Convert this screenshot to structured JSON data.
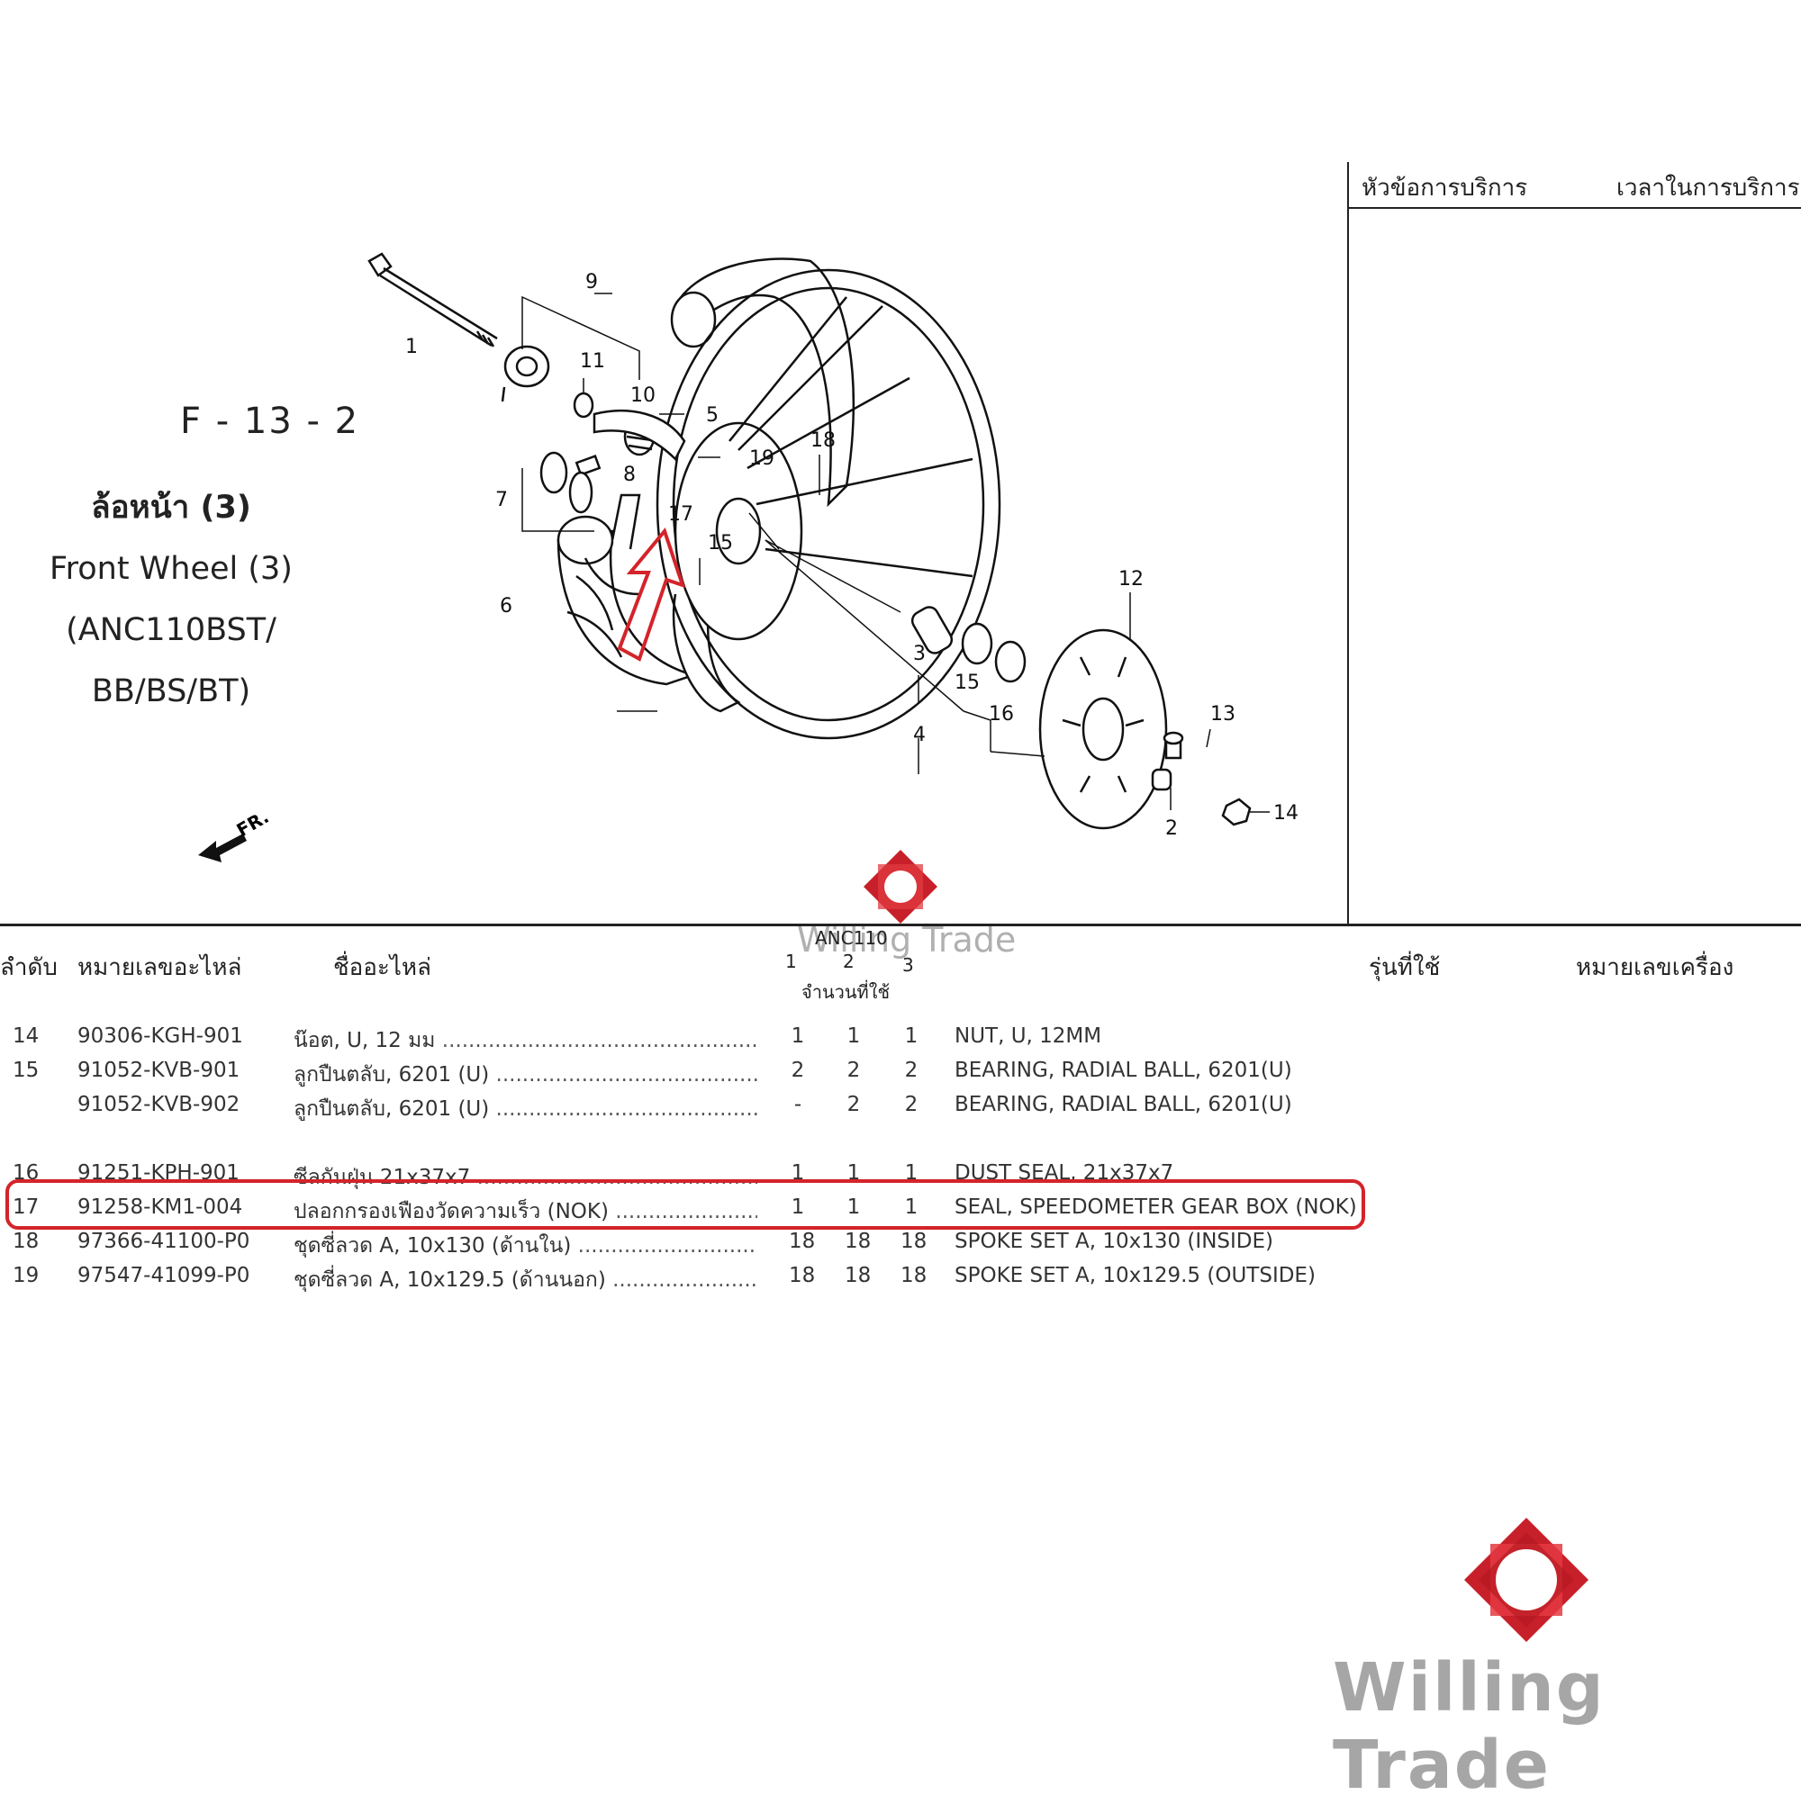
{
  "figure": {
    "code": "F - 13 - 2",
    "title_th": "ล้อหน้า (3)",
    "title_en": "Front Wheel (3)",
    "models_line1": "(ANC110BST/",
    "models_line2": "BB/BS/BT)",
    "front_label": "FR."
  },
  "service_table": {
    "col_topic": "หัวข้อการบริการ",
    "col_time": "เวลาในการบริการ"
  },
  "parts_header": {
    "col_index": "ลำดับ",
    "col_part_no": "หมายเลขอะไหล่",
    "col_name": "ชื่ออะไหล่",
    "model_code": "ANC110",
    "qty_cols": [
      "1",
      "2",
      "3"
    ],
    "qty_label": "จำนวนที่ใช้",
    "col_model": "รุ่นที่ใช้",
    "col_engine": "หมายเลขเครื่อง"
  },
  "parts": [
    {
      "idx": "14",
      "part_no": "90306-KGH-901",
      "name_th": "น๊อต, U, 12 มม",
      "q1": "1",
      "q2": "1",
      "q3": "1",
      "name_en": "NUT, U, 12MM"
    },
    {
      "idx": "15",
      "part_no": "91052-KVB-901",
      "name_th": "ลูกปืนตลับ, 6201 (U)",
      "q1": "2",
      "q2": "2",
      "q3": "2",
      "name_en": "BEARING, RADIAL BALL, 6201(U)"
    },
    {
      "idx": "",
      "part_no": "91052-KVB-902",
      "name_th": "ลูกปืนตลับ, 6201 (U)",
      "q1": "-",
      "q2": "2",
      "q3": "2",
      "name_en": "BEARING, RADIAL BALL, 6201(U)"
    },
    {
      "idx": "16",
      "part_no": "91251-KPH-901",
      "name_th": "ซีลกันฝุ่น 21x37x7",
      "q1": "1",
      "q2": "1",
      "q3": "1",
      "name_en": "DUST SEAL, 21x37x7"
    },
    {
      "idx": "17",
      "part_no": "91258-KM1-004",
      "name_th": "ปลอกกรองเฟืองวัดความเร็ว (NOK)",
      "q1": "1",
      "q2": "1",
      "q3": "1",
      "name_en": "SEAL, SPEEDOMETER GEAR BOX (NOK)"
    },
    {
      "idx": "18",
      "part_no": "97366-41100-P0",
      "name_th": "ชุดซี่ลวด A, 10x130 (ด้านใน)",
      "q1": "18",
      "q2": "18",
      "q3": "18",
      "name_en": "SPOKE SET A, 10x130  (INSIDE)"
    },
    {
      "idx": "19",
      "part_no": "97547-41099-P0",
      "name_th": "ชุดซี่ลวด A, 10x129.5 (ด้านนอก)",
      "q1": "18",
      "q2": "18",
      "q3": "18",
      "name_en": "SPOKE SET A, 10x129.5  (OUTSIDE)"
    }
  ],
  "diagram_callouts": [
    "1",
    "2",
    "3",
    "4",
    "5",
    "6",
    "7",
    "8",
    "9",
    "10",
    "11",
    "12",
    "13",
    "14",
    "15",
    "15",
    "16",
    "17",
    "18",
    "19"
  ],
  "watermark": "Willing Trade",
  "colors": {
    "highlight": "#d3242a",
    "logo_red": "#c8202a",
    "logo_text": "#a6a6a6"
  }
}
